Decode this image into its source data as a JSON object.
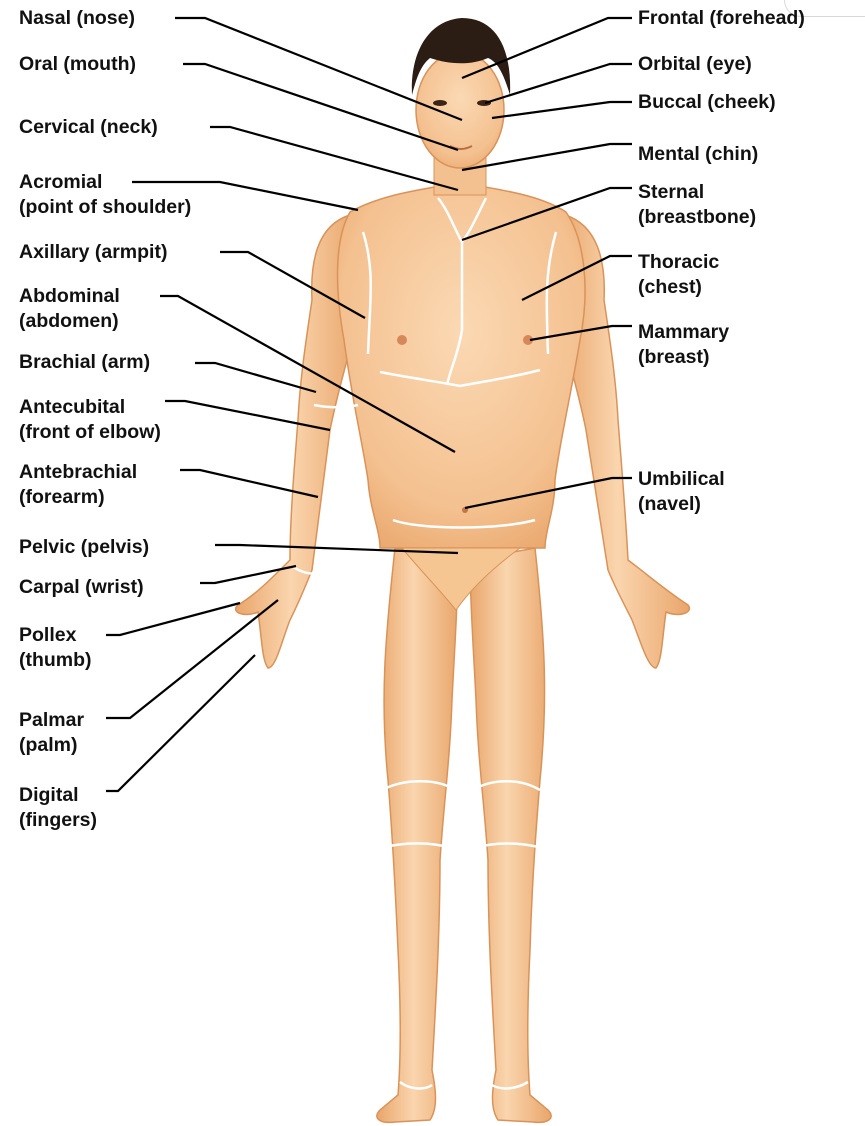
{
  "colors": {
    "skin": "#f6c89a",
    "skin_shadow": "#e7a86f",
    "hair": "#2b1d14",
    "region_lines": "#ffffff",
    "leader_lines": "#000000",
    "text": "#111111"
  },
  "labels_left": [
    {
      "key": "nasal",
      "lines": [
        "Nasal (nose)"
      ]
    },
    {
      "key": "oral",
      "lines": [
        "Oral (mouth)"
      ]
    },
    {
      "key": "cervical",
      "lines": [
        "Cervical (neck)"
      ]
    },
    {
      "key": "acromial",
      "lines": [
        "Acromial",
        "(point of shoulder)"
      ]
    },
    {
      "key": "axillary",
      "lines": [
        "Axillary (armpit)"
      ]
    },
    {
      "key": "abdominal",
      "lines": [
        "Abdominal",
        "(abdomen)"
      ]
    },
    {
      "key": "brachial",
      "lines": [
        "Brachial (arm)"
      ]
    },
    {
      "key": "antecubital",
      "lines": [
        "Antecubital",
        "(front of elbow)"
      ]
    },
    {
      "key": "antebrachial",
      "lines": [
        "Antebrachial",
        "(forearm)"
      ]
    },
    {
      "key": "pelvic",
      "lines": [
        "Pelvic (pelvis)"
      ]
    },
    {
      "key": "carpal",
      "lines": [
        "Carpal (wrist)"
      ]
    },
    {
      "key": "pollex",
      "lines": [
        "Pollex",
        "(thumb)"
      ]
    },
    {
      "key": "palmar",
      "lines": [
        "Palmar",
        "(palm)"
      ]
    },
    {
      "key": "digital",
      "lines": [
        "Digital",
        "(fingers)"
      ]
    }
  ],
  "labels_right": [
    {
      "key": "frontal",
      "lines": [
        "Frontal (forehead)"
      ]
    },
    {
      "key": "orbital",
      "lines": [
        "Orbital (eye)"
      ]
    },
    {
      "key": "buccal",
      "lines": [
        "Buccal (cheek)"
      ]
    },
    {
      "key": "mental",
      "lines": [
        "Mental (chin)"
      ]
    },
    {
      "key": "sternal",
      "lines": [
        "Sternal",
        "(breastbone)"
      ]
    },
    {
      "key": "thoracic",
      "lines": [
        "Thoracic",
        "(chest)"
      ]
    },
    {
      "key": "mammary",
      "lines": [
        "Mammary",
        "(breast)"
      ]
    },
    {
      "key": "umbilical",
      "lines": [
        "Umbilical",
        "(navel)"
      ]
    }
  ]
}
